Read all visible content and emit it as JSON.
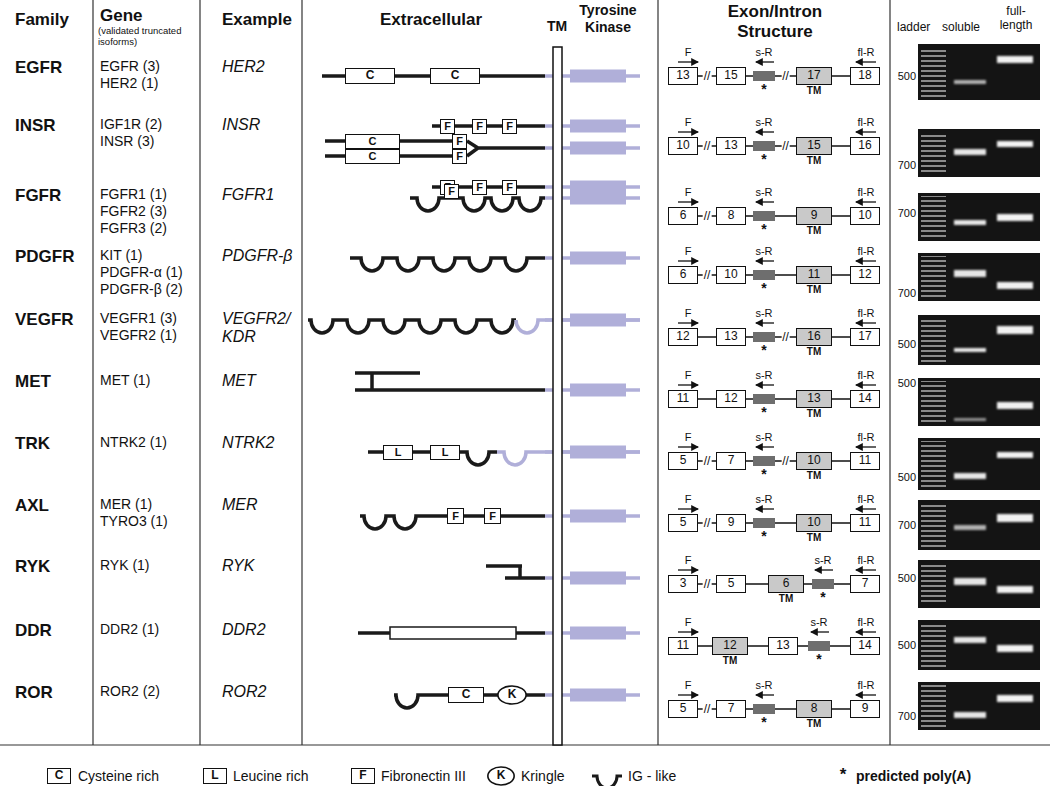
{
  "diagram": {
    "nodes": [
      {
        "text": [
          "C"
        ]
      },
      {
        "text": [
          "C"
        ]
      },
      {
        "text": [
          "13"
        ]
      },
      {
        "text": [
          "15"
        ]
      },
      {
        "text": [
          "17",
          "TM"
        ]
      },
      {
        "text": [
          "18"
        ]
      },
      {
        "text": [
          "F"
        ]
      },
      {
        "text": [
          "F"
        ]
      },
      {
        "text": [
          "F"
        ]
      },
      {
        "text": [
          "C"
        ]
      },
      {
        "text": [
          "F"
        ]
      },
      {
        "text": [
          "C"
        ]
      },
      {
        "text": [
          "F"
        ]
      },
      {
        "text": [
          "F"
        ]
      },
      {
        "text": [
          "F"
        ]
      },
      {
        "text": [
          "F"
        ]
      },
      {
        "text": [
          "10"
        ]
      },
      {
        "text": [
          "13"
        ]
      },
      {
        "text": [
          "15",
          "TM"
        ]
      },
      {
        "text": [
          "16"
        ]
      },
      {
        "text": [
          "F"
        ]
      },
      {
        "text": [
          "6"
        ]
      },
      {
        "text": [
          "8"
        ]
      },
      {
        "text": [
          "9",
          "TM"
        ]
      },
      {
        "text": [
          "10"
        ]
      },
      {
        "text": [
          "6"
        ]
      },
      {
        "text": [
          "10"
        ]
      },
      {
        "text": [
          "11",
          "TM"
        ]
      },
      {
        "text": [
          "12"
        ]
      },
      {
        "text": [
          "12"
        ]
      },
      {
        "text": [
          "13"
        ]
      },
      {
        "text": [
          "16",
          "TM"
        ]
      },
      {
        "text": [
          "17"
        ]
      },
      {
        "text": [
          "11"
        ]
      },
      {
        "text": [
          "12"
        ]
      },
      {
        "text": [
          "13",
          "TM"
        ]
      },
      {
        "text": [
          "14"
        ]
      },
      {
        "text": [
          "L"
        ]
      },
      {
        "text": [
          "L"
        ]
      },
      {
        "text": [
          "5"
        ]
      },
      {
        "text": [
          "7"
        ]
      },
      {
        "text": [
          "10",
          "TM"
        ]
      },
      {
        "text": [
          "11"
        ]
      },
      {
        "text": [
          "F"
        ]
      },
      {
        "text": [
          "F"
        ]
      },
      {
        "text": [
          "5"
        ]
      },
      {
        "text": [
          "9"
        ]
      },
      {
        "text": [
          "10",
          "TM"
        ]
      },
      {
        "text": [
          "11"
        ]
      },
      {
        "text": [
          "3"
        ]
      },
      {
        "text": [
          "5"
        ]
      },
      {
        "text": [
          "6",
          "TM"
        ]
      },
      {
        "text": [
          "7"
        ]
      },
      {
        "text": [
          "11"
        ]
      },
      {
        "text": [
          "12",
          "TM"
        ]
      },
      {
        "text": [
          "13"
        ]
      },
      {
        "text": [
          "14"
        ]
      },
      {
        "text": [
          "C"
        ]
      },
      {
        "text": [
          "K"
        ]
      },
      {
        "text": [
          "5"
        ]
      },
      {
        "text": [
          "7"
        ]
      },
      {
        "text": [
          "8",
          "TM"
        ]
      },
      {
        "text": [
          "9"
        ]
      },
      {
        "text": [
          "C"
        ]
      },
      {
        "text": [
          "L"
        ]
      },
      {
        "text": [
          "F"
        ]
      },
      {
        "text": [
          "K"
        ]
      }
    ],
    "edges": [
      {
        "from": 2,
        "to": 3,
        "arrow": "none",
        "label": "//"
      },
      {
        "from": 3,
        "to": 4,
        "arrow": "none",
        "label": "//"
      },
      {
        "from": 4,
        "to": 5,
        "arrow": "none"
      },
      {
        "from": 16,
        "to": 17,
        "arrow": "none",
        "label": "//"
      },
      {
        "from": 17,
        "to": 18,
        "arrow": "none",
        "label": "//"
      },
      {
        "from": 18,
        "to": 19,
        "arrow": "none"
      },
      {
        "from": 21,
        "to": 22,
        "arrow": "none",
        "label": "//"
      },
      {
        "from": 22,
        "to": 23,
        "arrow": "none"
      },
      {
        "from": 23,
        "to": 24,
        "arrow": "none"
      },
      {
        "from": 25,
        "to": 26,
        "arrow": "none",
        "label": "//"
      },
      {
        "from": 26,
        "to": 27,
        "arrow": "none"
      },
      {
        "from": 27,
        "to": 28,
        "arrow": "none"
      },
      {
        "from": 29,
        "to": 30,
        "arrow": "none"
      },
      {
        "from": 30,
        "to": 31,
        "arrow": "none",
        "label": "//"
      },
      {
        "from": 31,
        "to": 32,
        "arrow": "none"
      },
      {
        "from": 33,
        "to": 34,
        "arrow": "none"
      },
      {
        "from": 34,
        "to": 35,
        "arrow": "none"
      },
      {
        "from": 35,
        "to": 36,
        "arrow": "none"
      },
      {
        "from": 39,
        "to": 40,
        "arrow": "none",
        "label": "//"
      },
      {
        "from": 40,
        "to": 41,
        "arrow": "none",
        "label": "//"
      },
      {
        "from": 41,
        "to": 42,
        "arrow": "none"
      },
      {
        "from": 45,
        "to": 46,
        "arrow": "none",
        "label": "//"
      },
      {
        "from": 46,
        "to": 47,
        "arrow": "none"
      },
      {
        "from": 47,
        "to": 48,
        "arrow": "none"
      },
      {
        "from": 49,
        "to": 50,
        "arrow": "none",
        "label": "//"
      },
      {
        "from": 50,
        "to": 51,
        "arrow": "none"
      },
      {
        "from": 51,
        "to": 52,
        "arrow": "none"
      },
      {
        "from": 53,
        "to": 54,
        "arrow": "none"
      },
      {
        "from": 54,
        "to": 55,
        "arrow": "none"
      },
      {
        "from": 55,
        "to": 56,
        "arrow": "none"
      },
      {
        "from": 59,
        "to": 60,
        "arrow": "none",
        "label": "//"
      },
      {
        "from": 60,
        "to": 61,
        "arrow": "none"
      },
      {
        "from": 61,
        "to": 62,
        "arrow": "none"
      }
    ],
    "labels": [
      "Family",
      "Gene",
      "(validated truncated isoforms)",
      "Example",
      "Extracellular",
      "TM",
      "Tyrosine Kinase",
      "Exon/Intron Structure",
      "ladder",
      "soluble",
      "full-length",
      "EGFR",
      "EGFR (3)",
      "HER2 (1)",
      "HER2",
      "F",
      "s-R",
      "fl-R",
      "*",
      "500",
      "INSR",
      "IGF1R (2)",
      "INSR (3)",
      "INSR",
      "F",
      "s-R",
      "fl-R",
      "*",
      "700",
      "FGFR",
      "FGFR1 (1)",
      "FGFR2 (3)",
      "FGFR3 (2)",
      "FGFR1",
      "F",
      "s-R",
      "fl-R",
      "*",
      "700",
      "PDGFR",
      "KIT (1)",
      "PDGFR-α (1)",
      "PDGFR-β (2)",
      "PDGFR-β",
      "F",
      "s-R",
      "fl-R",
      "*",
      "700",
      "VEGFR",
      "VEGFR1 (3)",
      "VEGFR2 (1)",
      "VEGFR2/ KDR",
      "F",
      "s-R",
      "fl-R",
      "*",
      "500",
      "MET",
      "MET (1)",
      "MET",
      "F",
      "s-R",
      "fl-R",
      "*",
      "500",
      "TRK",
      "NTRK2 (1)",
      "NTRK2",
      "F",
      "s-R",
      "fl-R",
      "*",
      "500",
      "AXL",
      "MER (1)",
      "TYRO3 (1)",
      "MER",
      "F",
      "s-R",
      "fl-R",
      "*",
      "700",
      "RYK",
      "RYK (1)",
      "RYK",
      "F",
      "s-R",
      "fl-R",
      "*",
      "500",
      "DDR",
      "DDR2 (1)",
      "DDR2",
      "F",
      "s-R",
      "fl-R",
      "*",
      "500",
      "ROR",
      "ROR2 (2)",
      "ROR2",
      "F",
      "s-R",
      "fl-R",
      "*",
      "700",
      "*"
    ],
    "legend": [
      {
        "text": "Cysteine rich"
      },
      {
        "text": "Leucine rich"
      },
      {
        "text": "Fibronectin III"
      },
      {
        "text": "Kringle"
      },
      {
        "text": "IG - like"
      },
      {
        "text": "predicted poly(A)"
      }
    ]
  }
}
